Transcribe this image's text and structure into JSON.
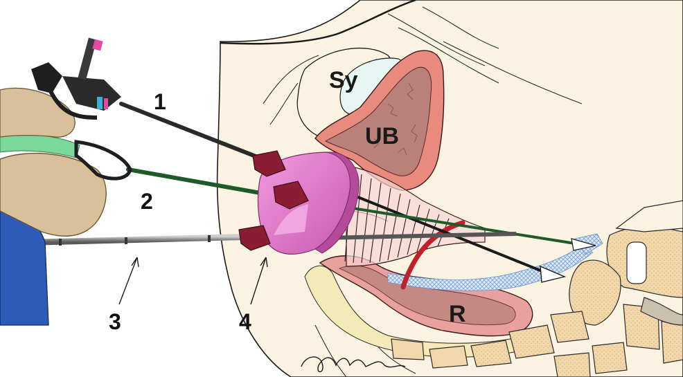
{
  "figure": {
    "labels": [
      {
        "id": "1",
        "text": "1"
      },
      {
        "id": "2",
        "text": "2"
      },
      {
        "id": "3",
        "text": "3"
      },
      {
        "id": "4",
        "text": "4"
      }
    ],
    "organs": {
      "symphysis": "Sy",
      "bladder": "UB",
      "rectum": "R"
    },
    "colors": {
      "background": "#ffffff",
      "body_tissue": "#fbf3e1",
      "bladder_wall": "#e98a7f",
      "bladder_lumen": "#b9817a",
      "rectum_wall": "#e9a1a0",
      "rectum_lumen": "#c58984",
      "symphysis": "#e6f7f3",
      "port_disc": "#e279c9",
      "trocar_cap": "#8a1d33",
      "green_instrument": "#1f5a2a",
      "bone": "#f2d7ab",
      "glove": "#d8c19a",
      "sleeve": "#2f5bb8",
      "mesh": "#9ab8dd",
      "suture": "#c0202a"
    }
  }
}
